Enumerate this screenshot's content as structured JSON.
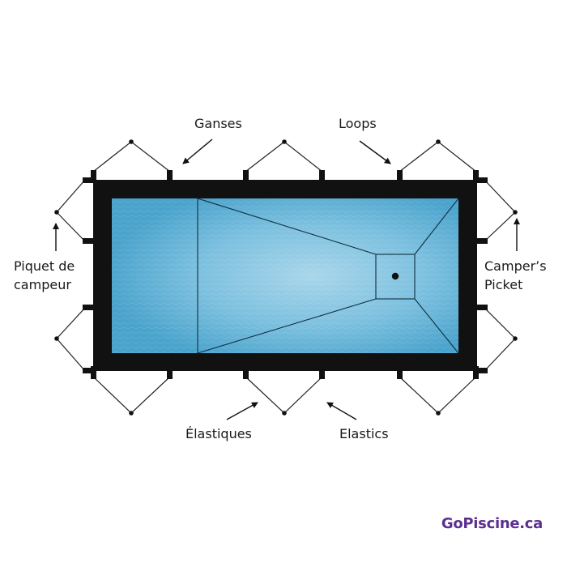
{
  "labels": {
    "ganses": "Ganses",
    "loops": "Loops",
    "piquet_line1": "Piquet de",
    "piquet_line2": "campeur",
    "campers_line1": "Camper’s",
    "campers_line2": "Picket",
    "elastiques": "Élastiques",
    "elastics": "Elastics"
  },
  "brand": "GoPiscine.ca",
  "colors": {
    "cover": "#111111",
    "water": "#5fb0d4",
    "water_light": "#a9d6ea",
    "brand": "#5b2f8f"
  }
}
